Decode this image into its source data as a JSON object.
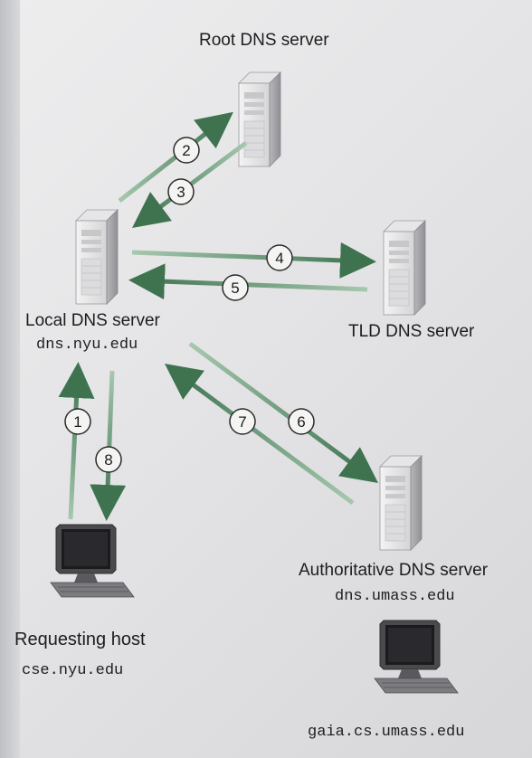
{
  "servers": {
    "root": {
      "name": "Root DNS server"
    },
    "local": {
      "name": "Local DNS server",
      "host": "dns.nyu.edu"
    },
    "tld": {
      "name": "TLD DNS server"
    },
    "authoritative": {
      "name": "Authoritative DNS server",
      "host": "dns.umass.edu"
    }
  },
  "clients": {
    "requesting": {
      "name": "Requesting host",
      "host": "cse.nyu.edu"
    },
    "target": {
      "host": "gaia.cs.umass.edu"
    }
  },
  "steps": [
    "1",
    "2",
    "3",
    "4",
    "5",
    "6",
    "7",
    "8"
  ],
  "colors": {
    "arrow": "#3f7350",
    "arrow_faded": "#9fc3a8",
    "circle_fill": "#f4f4f2",
    "circle_stroke": "#2b2b2b",
    "text": "#1d1d1f"
  },
  "icons": {
    "server": "server-tower-icon",
    "client": "desktop-computer-icon"
  }
}
